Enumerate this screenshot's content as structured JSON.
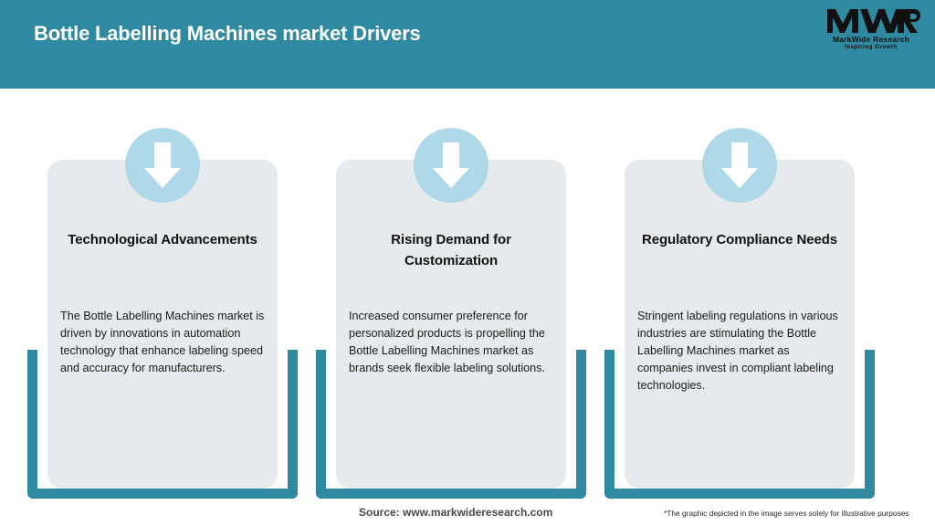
{
  "header": {
    "title": "Bottle Labelling Machines market Drivers",
    "bg_color": "#2f89a0",
    "logo": {
      "mark": "MWR",
      "name": "MarkWide Research",
      "tagline": "Inspiring Growth"
    }
  },
  "cards": [
    {
      "icon": "down-arrow-icon",
      "title": "Technological Advancements",
      "body": "The Bottle Labelling Machines market is driven by innovations in automation technology that enhance labeling speed and accuracy for manufacturers."
    },
    {
      "icon": "down-arrow-icon",
      "title": "Rising Demand for Customization",
      "body": "Increased consumer preference for personalized products is propelling the Bottle Labelling Machines market as brands seek flexible labeling solutions."
    },
    {
      "icon": "down-arrow-icon",
      "title": "Regulatory Compliance Needs",
      "body": "Stringent labeling regulations in various industries are stimulating the Bottle Labelling Machines market as companies invest in compliant labeling technologies."
    }
  ],
  "footer": {
    "source": "Source: www.markwideresearch.com",
    "disclaimer": "*The graphic depicted in the image serves solely for illustrative purposes"
  },
  "colors": {
    "accent_teal": "#2f89a0",
    "badge_blue": "#afd8e8",
    "card_grey": "#e6eaec"
  }
}
